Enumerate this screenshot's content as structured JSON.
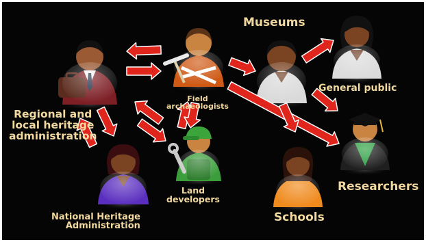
{
  "labels": {
    "museums": "Museums",
    "general_public": "General public",
    "regional": "Regional and\nlocal heritage\nadministration",
    "field": "Field\narchaeologists",
    "researchers": "Researchers",
    "land_developers": "Land\ndevelopers",
    "national": "National Heritage\nAdministration",
    "schools": "Schools"
  },
  "colors": {
    "background": "#050505",
    "label_text": "#f1d89f",
    "arrow_fill": "#e0261c",
    "arrow_stroke": "#ffffff"
  },
  "icons": {
    "regional": "businessman-with-briefcase-icon",
    "field": "archaeologist-with-pickaxe-icon",
    "museums": "person-white-shirt-icon",
    "general_public": "woman-white-shirt-icon",
    "land_developers": "worker-with-wrench-icon",
    "national": "woman-purple-shirt-icon",
    "schools": "girl-orange-shirt-icon",
    "researchers": "graduate-cap-icon"
  }
}
